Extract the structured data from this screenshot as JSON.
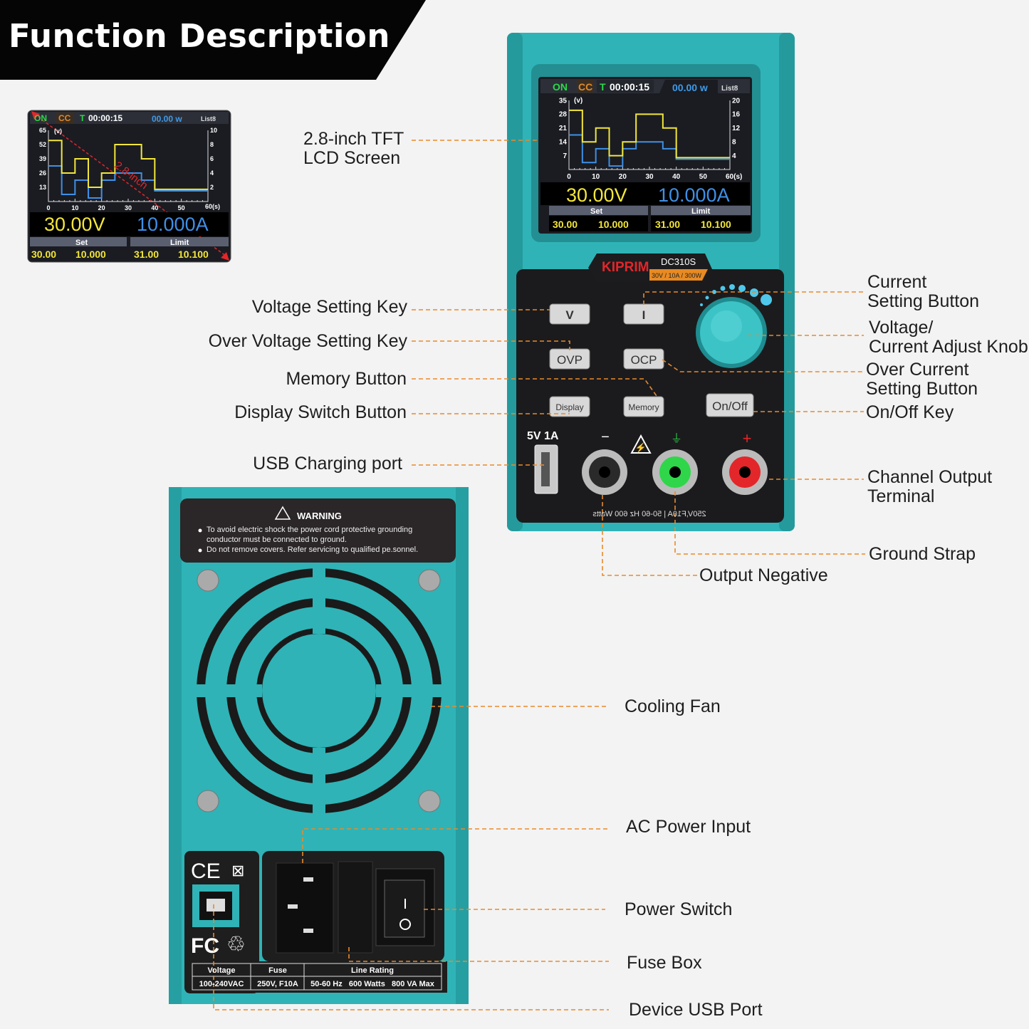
{
  "header": {
    "title": "Function Description"
  },
  "colors": {
    "teal": "#2fb3b6",
    "leader": "#e98a2a",
    "voltage": "#f3e63a",
    "current": "#3f8fe6",
    "panel": "#1b1b1d"
  },
  "screen": {
    "status_on": "ON",
    "status_cc": "CC",
    "timer_prefix": "T",
    "timer": "00:00:15",
    "power": "00.00 w",
    "list": "List8",
    "y_left_unit": "(v)",
    "x_unit": "60(s)",
    "y_left_ticks": [
      "35",
      "28",
      "21",
      "14",
      "7"
    ],
    "y_right_ticks": [
      "20",
      "16",
      "12",
      "8",
      "4"
    ],
    "x_ticks": [
      "0",
      "10",
      "20",
      "30",
      "40",
      "50"
    ],
    "voltage": "30.00V",
    "current": "10.000A",
    "set_label": "Set",
    "limit_label": "Limit",
    "set_v": "30.00",
    "set_a": "10.000",
    "limit_v": "31.00",
    "limit_a": "10.100",
    "unit_v": "v",
    "unit_a": "A",
    "chart_data": {
      "type": "line",
      "x_range": [
        0,
        60
      ],
      "y_left_range": [
        0,
        35
      ],
      "y_right_range": [
        0,
        20
      ],
      "series": [
        {
          "axis": "left",
          "color": "#f3e63a",
          "steps": [
            [
              0,
              30
            ],
            [
              5,
              14
            ],
            [
              10,
              21
            ],
            [
              15,
              7
            ],
            [
              20,
              14
            ],
            [
              25,
              28
            ],
            [
              35,
              21
            ],
            [
              40,
              6
            ],
            [
              60,
              6
            ]
          ]
        },
        {
          "axis": "right",
          "color": "#3f8fe6",
          "steps": [
            [
              0,
              10
            ],
            [
              5,
              2
            ],
            [
              10,
              6
            ],
            [
              15,
              1
            ],
            [
              20,
              6
            ],
            [
              25,
              8
            ],
            [
              35,
              6
            ],
            [
              40,
              3
            ],
            [
              60,
              3
            ]
          ]
        }
      ]
    }
  },
  "zoom_screen": {
    "size_label": "2.8-inch",
    "y_left_ticks": [
      "65",
      "52",
      "39",
      "26",
      "13"
    ],
    "y_right_ticks": [
      "10",
      "8",
      "6",
      "4",
      "2"
    ],
    "x_ticks": [
      "0",
      "10",
      "20",
      "30",
      "40",
      "50"
    ],
    "x_unit": "60(s)"
  },
  "brand": {
    "logo": "KIPRIM",
    "model": "DC310S",
    "rating": "30V / 10A / 300W"
  },
  "front_panel": {
    "buttons": {
      "v": "V",
      "i": "I",
      "ovp": "OVP",
      "ocp": "OCP",
      "display": "Display",
      "memory": "Memory",
      "onoff": "On/Off"
    },
    "usb_label": "5V 1A",
    "minus": "−",
    "plus": "+",
    "bottom_text": "250V,F10A | 50-60 Hz 600 Watts"
  },
  "back_panel": {
    "warning_title": "WARNING",
    "warning_lines": [
      "To avoid electric shock the power cord protective grounding conductor must be connected to ground.",
      "Do not remove covers. Refer servicing to qualified pe.sonnel."
    ],
    "table_headers": [
      "Voltage",
      "Fuse",
      "Line Rating"
    ],
    "table_values": [
      "100-240VAC",
      "250V, F10A",
      "50-60 Hz   600 Watts   800 VA Max"
    ],
    "marks": [
      "CE",
      "FC"
    ]
  },
  "labels": {
    "lcd": [
      "2.8-inch TFT",
      "LCD Screen"
    ],
    "voltage_key": "Voltage Setting Key",
    "ovp_key": "Over Voltage Setting Key",
    "memory": "Memory Button",
    "display": "Display Switch Button",
    "usb": "USB Charging port",
    "current_btn": [
      "Current",
      "Setting Button"
    ],
    "knob": [
      "Voltage/",
      "Current Adjust Knob"
    ],
    "ocp": [
      "Over Current",
      "Setting Button"
    ],
    "onoff": "On/Off Key",
    "output": [
      "Channel Output",
      "Terminal"
    ],
    "ground": "Ground Strap",
    "negative": "Output Negative",
    "fan": "Cooling Fan",
    "ac": "AC Power Input",
    "switch": "Power Switch",
    "fuse": "Fuse Box",
    "device_usb": "Device USB Port"
  }
}
